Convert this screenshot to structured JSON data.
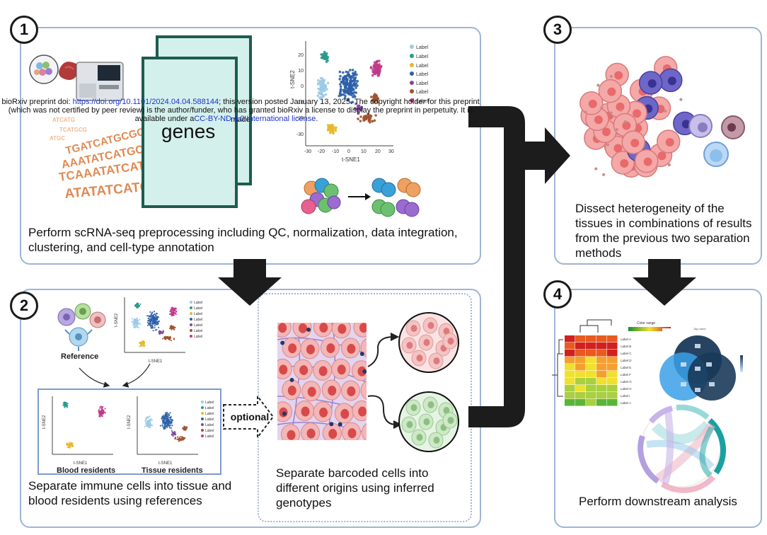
{
  "panels": {
    "p1": {
      "number": "1",
      "caption": "Perform scRNA-seq preprocessing including QC, normalization, data integration, clustering, and cell-type annotation",
      "card_label": "genes",
      "seq": [
        "TGATCATGCGCAT",
        "AAATATCATGCGCG",
        "TCAAATATCATGCGCAT",
        "ATATATCATGCGCAT"
      ]
    },
    "p2": {
      "number": "2",
      "caption": "Separate immune cells into tissue and blood residents using references",
      "reference_label": "Reference",
      "blood_label": "Blood residents",
      "tissue_label": "Tissue residents",
      "optional_label": "optional",
      "barcode_caption": "Separate barcoded cells into different origins using inferred genotypes"
    },
    "p3": {
      "number": "3",
      "caption": "Dissect heterogeneity of the tissues in combinations of results from the previous two separation methods"
    },
    "p4": {
      "number": "4",
      "caption": "Perform downstream analysis",
      "color_range_label": "Color range",
      "heatmap_rows": [
        "Label A",
        "Label B",
        "Label C",
        "Label D",
        "Label E",
        "Label F",
        "Label G",
        "Label H",
        "Label I",
        "Label J"
      ]
    }
  },
  "tsne": {
    "xlabel": "t-SNE1",
    "ylabel": "t-SNE2",
    "x_ticks": [
      "-30",
      "-20",
      "-10",
      "0",
      "10",
      "20",
      "30"
    ],
    "y_ticks": [
      "20",
      "10",
      "0",
      "-10",
      "-20",
      "-30"
    ],
    "legend": [
      "Label",
      "Label",
      "Label",
      "Label",
      "Label",
      "Label",
      "Label"
    ],
    "colors": [
      "#9ccbe8",
      "#2a9a8c",
      "#e6b82a",
      "#2e5fa8",
      "#7d4aa0",
      "#a0522d",
      "#c03a8a"
    ]
  },
  "preprint_notice": {
    "line1_a": "bioRxiv preprint doi: ",
    "line1_link": "https://doi.org/10.1101/2024.04.04.588144",
    "line1_b": "; this version posted January 13, 2025. The copyright holder for this preprint",
    "line2": "(which was not certified by peer review) is the author/funder, who has granted bioRxiv a license to display the preprint in perpetuity. It is made",
    "line3_a": "available under a",
    "line3_link": "CC-BY-ND 4.0 International license",
    "line3_b": "."
  }
}
